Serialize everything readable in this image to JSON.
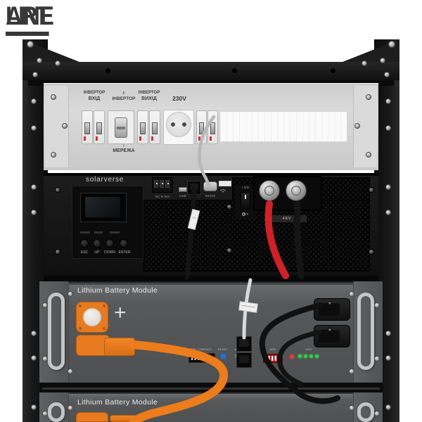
{
  "logo": {
    "part1": "ART",
    "part2": "LINE"
  },
  "panel": {
    "input_l1": "ІНВЕРТОР",
    "input_l2": "ВХІД",
    "switch_pos_ii": "ІІ",
    "switch_name": "ІНВЕРТОР",
    "output_l1": "ІНВЕРТОР",
    "output_l2": "ВИХІД",
    "socket_label": "230V",
    "switch_pos_i": "І",
    "mains_label": "МЕРЕЖА"
  },
  "inverter": {
    "brand": "solarverse",
    "nc_label": "NC N NO",
    "usb_label": "USB",
    "rs232_label": "RS232",
    "power_on_label": "I ON",
    "power_off_label": "OFF",
    "battery_voltage_label": "48V",
    "btn_esc": "ESC",
    "btn_up": "UP",
    "btn_down": "DOWN",
    "btn_enter": "ENTER"
  },
  "battery1": {
    "title": "Lithium Battery Module",
    "plus_sign": "+",
    "dry_contact_label": "DRY CONTACT",
    "reset_label": "RESET",
    "ads_label": "ADS",
    "dip_label": "ADD",
    "soc_label": "SOC"
  },
  "battery2": {
    "title": "Lithium Battery Module"
  }
}
